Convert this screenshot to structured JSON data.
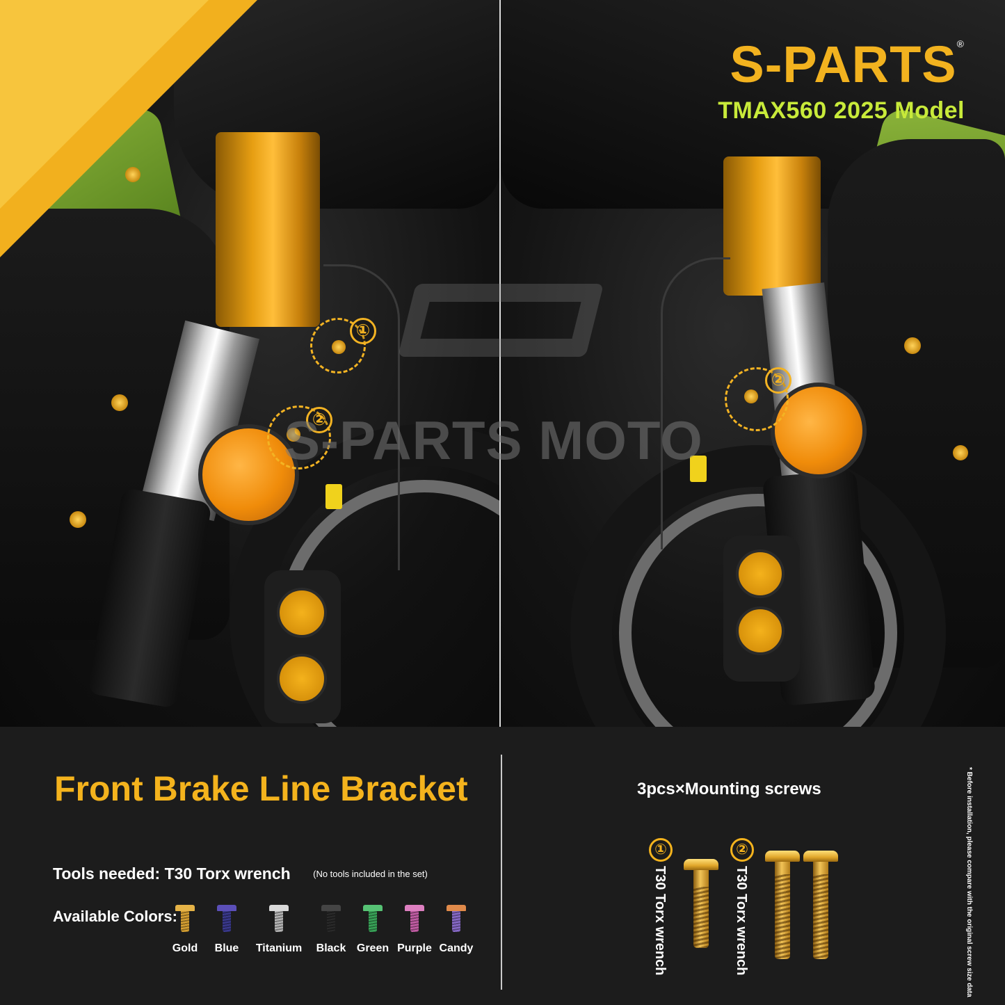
{
  "brand": {
    "name": "S-PARTS",
    "registered": "®",
    "model": "TMAX560 2025 Model"
  },
  "watermark": {
    "text": "S-PARTS MOTO"
  },
  "callouts": {
    "left": [
      "①",
      "②"
    ],
    "right": [
      "②"
    ]
  },
  "product": {
    "title": "Front Brake Line Bracket",
    "tools_label": "Tools needed: T30 Torx wrench",
    "tools_note": "(No tools included in the set)",
    "colors_label": "Available Colors:",
    "colors": [
      {
        "name": "Gold",
        "color": "#d9a233"
      },
      {
        "name": "Blue",
        "color": "#3b3a8f"
      },
      {
        "name": "Titanium",
        "color": "#b9b9b9"
      },
      {
        "name": "Black",
        "color": "#2a2a2a"
      },
      {
        "name": "Green",
        "color": "#3aa65a"
      },
      {
        "name": "Purple",
        "color": "#c65fa8"
      },
      {
        "name": "Candy",
        "color": "#8a6ccb"
      }
    ]
  },
  "screws": {
    "title": "3pcs×Mounting screws",
    "groups": [
      {
        "number": "①",
        "label": "T30 Torx wrench",
        "count": 1
      },
      {
        "number": "②",
        "label": "T30 Torx wrench",
        "count": 2
      }
    ]
  },
  "side_note": "* Before installation, please compare with the original screw size data"
}
